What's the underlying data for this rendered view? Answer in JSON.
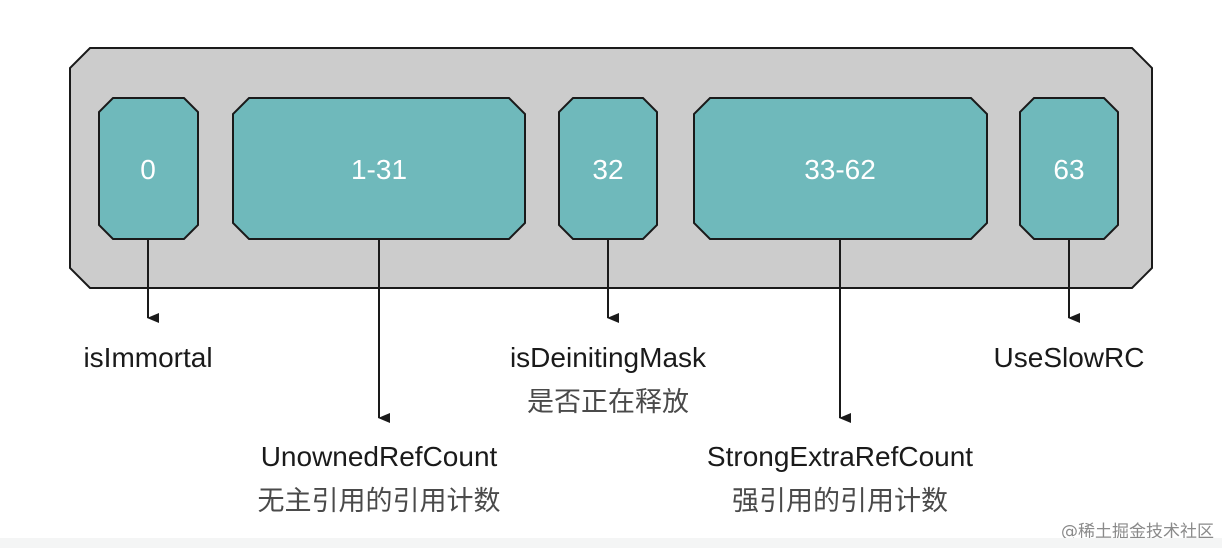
{
  "colors": {
    "container_fill": "#cccccc",
    "container_stroke": "#1a1a1a",
    "segment_fill": "#6fb9bb",
    "segment_stroke": "#1a1a1a",
    "segment_text": "#ffffff",
    "arrow": "#1a1a1a"
  },
  "segments": [
    {
      "id": "bit0",
      "label": "0"
    },
    {
      "id": "bits1-31",
      "label": "1-31"
    },
    {
      "id": "bit32",
      "label": "32"
    },
    {
      "id": "bits33-62",
      "label": "33-62"
    },
    {
      "id": "bit63",
      "label": "63"
    }
  ],
  "annotations": [
    {
      "segment": "bit0",
      "title": "isImmortal",
      "subtitle": ""
    },
    {
      "segment": "bits1-31",
      "title": "UnownedRefCount",
      "subtitle": "无主引用的引用计数"
    },
    {
      "segment": "bit32",
      "title": "isDeinitingMask",
      "subtitle": "是否正在释放"
    },
    {
      "segment": "bits33-62",
      "title": "StrongExtraRefCount",
      "subtitle": "强引用的引用计数"
    },
    {
      "segment": "bit63",
      "title": "UseSlowRC",
      "subtitle": ""
    }
  ],
  "watermark": "@稀土掘金技术社区"
}
